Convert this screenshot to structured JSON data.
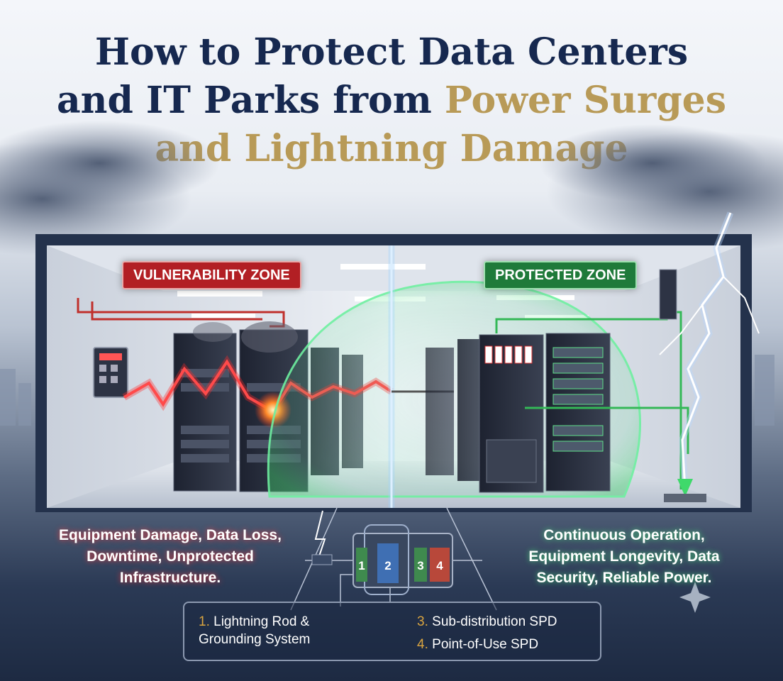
{
  "header": {
    "title_line1": "How to Protect Data Centers",
    "title_line2_dark": "and IT Parks from ",
    "title_line2_gold": "Power Surges",
    "title_line3_gold": "and Lightning Damage"
  },
  "zones": {
    "vulnerable_label": "VULNERABILITY ZONE",
    "protected_label": "PROTECTED ZONE"
  },
  "outcomes": {
    "vulnerable_line1": "Equipment Damage, Data Loss,",
    "vulnerable_line2": "Downtime, Unprotected",
    "vulnerable_line3": "Infrastructure.",
    "protected_line1": "Continuous Operation,",
    "protected_line2": "Equipment Longevity, Data",
    "protected_line3": "Security, Reliable Power."
  },
  "spd_modules": [
    {
      "label": "1",
      "color": "#3f8a4e"
    },
    {
      "label": "2",
      "color": "#3f6fb3"
    },
    {
      "label": "3",
      "color": "#3f8a4e"
    },
    {
      "label": "4",
      "color": "#b8483a"
    }
  ],
  "legend": {
    "item1_num": "1.",
    "item1_text_line1": "Lightning Rod &",
    "item1_text_line2": "Grounding System",
    "item3_num": "3.",
    "item3_text": "Sub-distribution SPD",
    "item4_num": "4.",
    "item4_text": "Point-of-Use SPD"
  },
  "colors": {
    "title_navy": "#16284f",
    "title_gold": "#b89a57",
    "danger_red": "#b21f24",
    "safe_green": "#1f7a3a",
    "surge_red": "#ff2a2a",
    "shield_green": "#3fd96b"
  }
}
